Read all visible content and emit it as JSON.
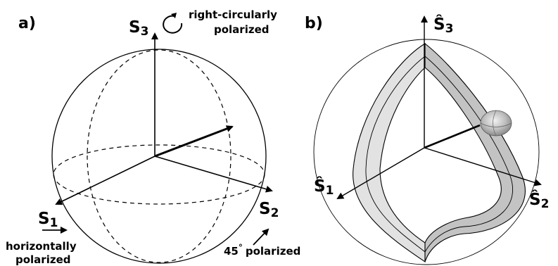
{
  "panel_a": {
    "label": "a)",
    "axes": {
      "s1": "S",
      "s1_sub": "1",
      "s2": "S",
      "s2_sub": "2",
      "s3": "S",
      "s3_sub": "3"
    },
    "annotations": {
      "s3_line1": "right-circularly",
      "s3_line2": "polarized",
      "s1_line1": "horizontally",
      "s1_line2": "polarized",
      "s2_degree": "45",
      "s2_deg_symbol": "°",
      "s2_text": "polarized"
    }
  },
  "panel_b": {
    "label": "b)",
    "axes": {
      "s1": "Ŝ",
      "s1_sub": "1",
      "s2": "Ŝ",
      "s2_sub": "2",
      "s3": "Ŝ",
      "s3_sub": "3"
    }
  },
  "colors": {
    "line": "#000000",
    "band_light": "#e2e2e2",
    "band_dark": "#c3c3c3",
    "blob": "#bdbdbd"
  }
}
